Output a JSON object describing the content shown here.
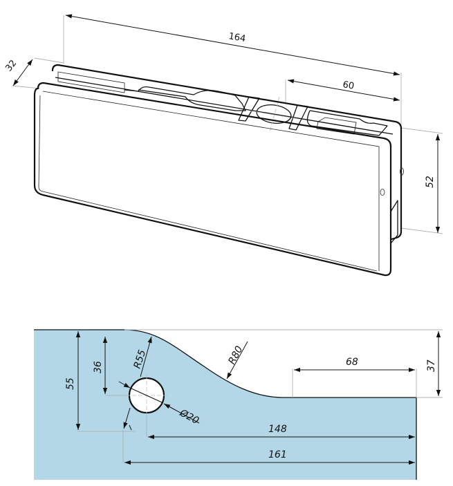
{
  "iso_view": {
    "dimensions": {
      "length": "164",
      "depth": "32",
      "cutout_length": "60",
      "height": "52"
    }
  },
  "glass_template": {
    "fill_color": "#b4d7e8",
    "dimensions": {
      "h_outer": "55",
      "h_hole": "36",
      "radius_small": "R55",
      "radius_large": "R80",
      "hole_diameter": "Ø20",
      "step_length": "68",
      "step_height": "37",
      "hole_to_edge": "148",
      "total_length": "161"
    }
  }
}
